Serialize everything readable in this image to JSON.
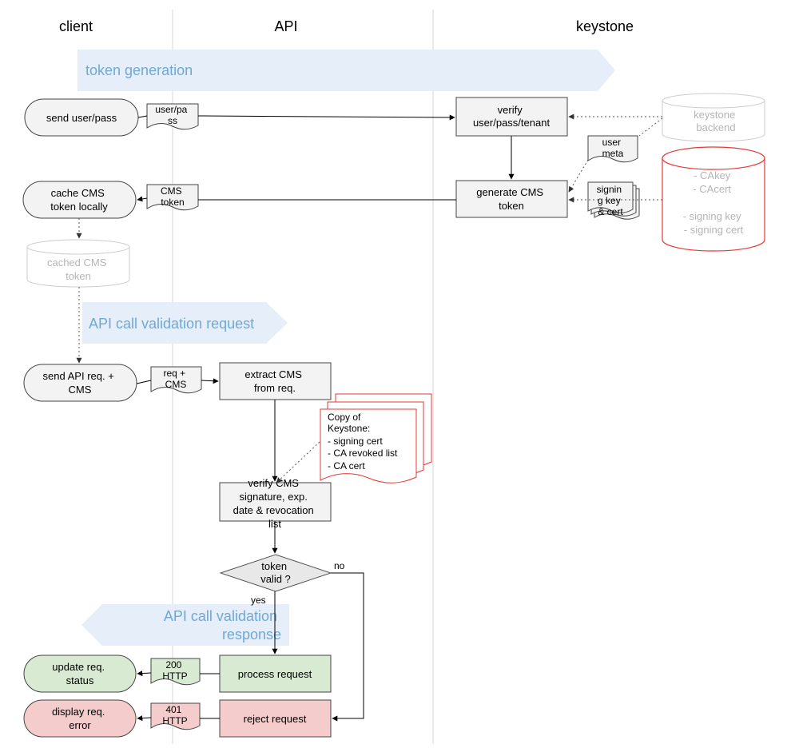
{
  "lanes": {
    "client": "client",
    "api": "API",
    "keystone": "keystone"
  },
  "banners": {
    "token_generation": "token generation",
    "validation_request": "API call validation request",
    "validation_response": [
      "API call validation",
      "response"
    ]
  },
  "nodes": {
    "send_user_pass": [
      "send user/pass"
    ],
    "user_pass_doc": [
      "user/pa",
      "ss"
    ],
    "verify_user": [
      "verify",
      "user/pass/tenant"
    ],
    "keystone_backend": [
      "keystone",
      "backend"
    ],
    "user_meta_doc": [
      "user",
      "meta"
    ],
    "generate_cms": [
      "generate CMS",
      "token"
    ],
    "signing_key_doc": [
      "signin",
      "g key",
      "& cert"
    ],
    "ca_store": [
      "- CAkey",
      "- CAcert",
      "",
      "- signing key",
      "- signing cert"
    ],
    "cms_token_doc": [
      "CMS",
      "token"
    ],
    "cache_cms": [
      "cache CMS",
      "token locally"
    ],
    "cached_cms": [
      "cached CMS",
      "token"
    ],
    "send_api_req": [
      "send API req. +",
      "CMS"
    ],
    "req_cms_doc": [
      "req +",
      "CMS"
    ],
    "extract_cms": [
      "extract CMS",
      "from req."
    ],
    "copy_keystone": [
      "Copy of",
      "Keystone:",
      "- signing cert",
      "- CA revoked list",
      "- CA cert"
    ],
    "verify_cms": [
      "verify CMS",
      "signature, exp.",
      "date & revocation",
      "list"
    ],
    "token_valid": [
      "token",
      "valid ?"
    ],
    "process_request": [
      "process request"
    ],
    "reject_request": [
      "reject request"
    ],
    "http_200_doc": [
      "200",
      "HTTP"
    ],
    "http_401_doc": [
      "401",
      "HTTP"
    ],
    "update_status": [
      "update req.",
      "status"
    ],
    "display_error": [
      "display req.",
      "error"
    ]
  },
  "edge_labels": {
    "no": "no",
    "yes": "yes"
  },
  "colors": {
    "process_fill": "#f3f3f3",
    "banner_fill": "#e6eff9",
    "banner_text": "#6fa8d6",
    "success_fill": "#d9ead3",
    "error_fill": "#f4cccc",
    "highlight_stroke": "#e53935",
    "muted_stroke": "#cccccc"
  }
}
